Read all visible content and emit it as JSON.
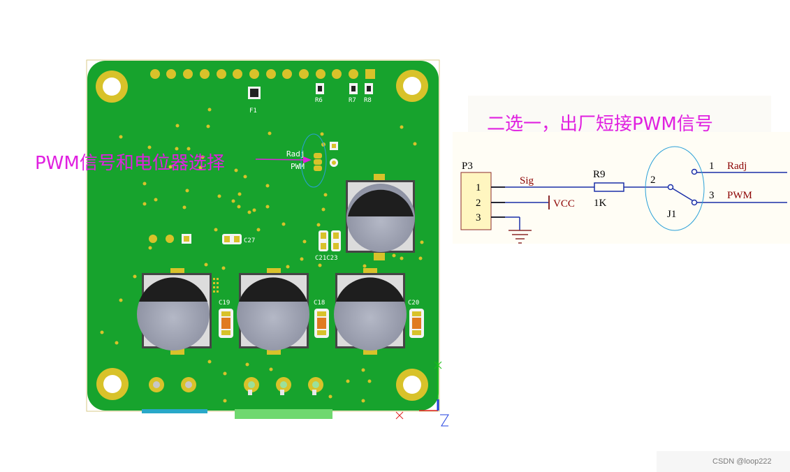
{
  "pcb": {
    "labels": {
      "f1": "F1",
      "r6": "R6",
      "r7": "R7",
      "r8": "R8",
      "radj": "Radj",
      "pwm": "PWM",
      "c27": "C27",
      "c21c23": "C21C23",
      "c19": "C19",
      "c18": "C18",
      "c20": "C20"
    }
  },
  "callout": {
    "text": "PWM信号和电位器选择"
  },
  "schematic": {
    "title": "二选一，出厂短接PWM信号",
    "connector": {
      "ref": "P3",
      "pins": [
        "1",
        "2",
        "3"
      ]
    },
    "net_sig": "Sig",
    "net_vcc": "VCC",
    "resistor": {
      "ref": "R9",
      "value": "1K"
    },
    "switch": {
      "ref": "J1",
      "pin_common": "2",
      "pin_1": "1",
      "pin_3": "3"
    },
    "out_radj": "Radj",
    "out_pwm": "PWM"
  },
  "watermark": "CSDN @loop222",
  "colors": {
    "board": "#17a32d",
    "pad": "#d8c22a",
    "callout": "#e020e0",
    "wire": "#1a2fa8",
    "net_text": "#8b0000"
  }
}
